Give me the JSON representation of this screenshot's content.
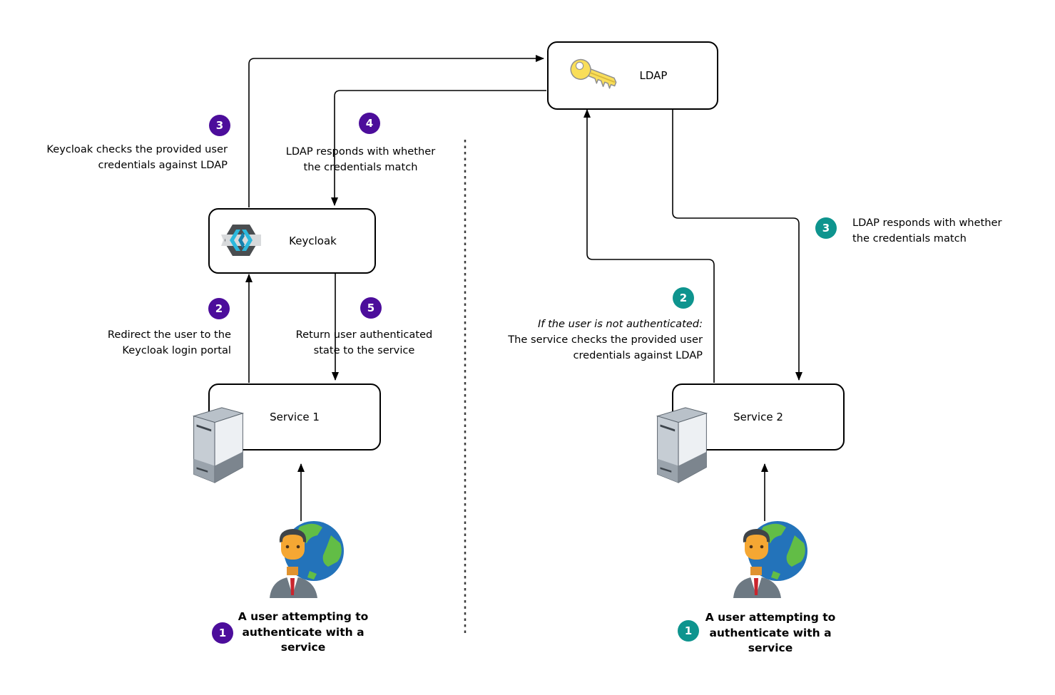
{
  "colors": {
    "left_badge": "#4C0D9B",
    "right_badge": "#0E948E",
    "line": "#000000",
    "divider": "#3B3B3B",
    "key_yellow": "#F9DE59",
    "key_edge": "#8F8F8F",
    "keycloak_dark": "#4A4D50",
    "keycloak_ribbon": "#D8DADC",
    "keycloak_cyan": "#2BB8DD",
    "keycloak_cyan_dark": "#1581AE",
    "server_light": "#EDF0F3",
    "server_mid": "#B9C1C9",
    "server_dark": "#7C858E",
    "globe_blue": "#2373BA",
    "globe_green": "#62BD46",
    "skin": "#F5A733",
    "hair": "#3F4448",
    "suit": "#6D7983",
    "tie_red": "#C9252D"
  },
  "nodes": {
    "ldap": {
      "label": "LDAP",
      "icon": "key-icon"
    },
    "keycloak": {
      "label": "Keycloak",
      "icon": "keycloak-logo-icon"
    },
    "service1": {
      "label": "Service 1",
      "icon": "server-icon"
    },
    "service2": {
      "label": "Service 2",
      "icon": "server-icon"
    }
  },
  "left_flow": {
    "steps": [
      {
        "number": "1",
        "lines": [
          "A user attempting to",
          "authenticate with a",
          "service"
        ],
        "icon": "user-globe-icon"
      },
      {
        "number": "2",
        "lines": [
          "Redirect the user to the",
          "Keycloak login portal"
        ]
      },
      {
        "number": "3",
        "lines": [
          "Keycloak checks the provided user",
          "credentials against LDAP"
        ]
      },
      {
        "number": "4",
        "lines": [
          "LDAP responds with whether",
          "the credentials match"
        ]
      },
      {
        "number": "5",
        "lines": [
          "Return user authenticated",
          "state to the service"
        ]
      }
    ]
  },
  "right_flow": {
    "steps": [
      {
        "number": "1",
        "lines": [
          "A user attempting to",
          "authenticate with a",
          "service"
        ],
        "icon": "user-globe-icon"
      },
      {
        "number": "2",
        "italic_line": "If the user is not authenticated:",
        "lines": [
          "The service checks the provided user",
          "credentials against LDAP"
        ]
      },
      {
        "number": "3",
        "lines": [
          "LDAP responds with whether",
          "the credentials match"
        ]
      }
    ]
  }
}
